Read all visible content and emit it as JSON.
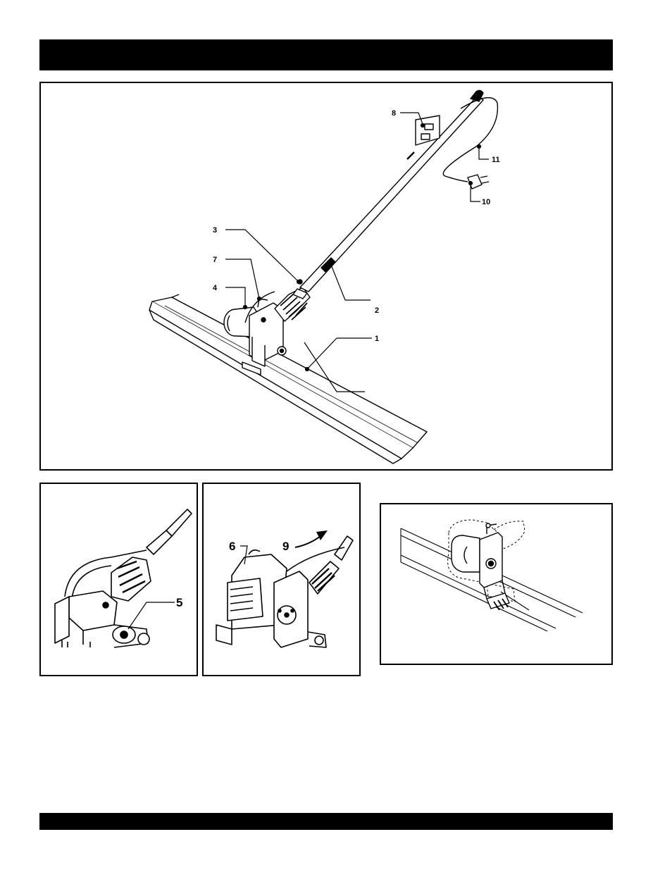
{
  "figure_main": {
    "callouts": [
      "1",
      "2",
      "3",
      "4",
      "7",
      "8",
      "10",
      "11"
    ]
  },
  "figure_inset_a": {
    "callouts": [
      "5"
    ]
  },
  "figure_inset_b": {
    "callouts": [
      "6",
      "9"
    ]
  },
  "colors": {
    "ink": "#000000",
    "paper": "#ffffff"
  }
}
